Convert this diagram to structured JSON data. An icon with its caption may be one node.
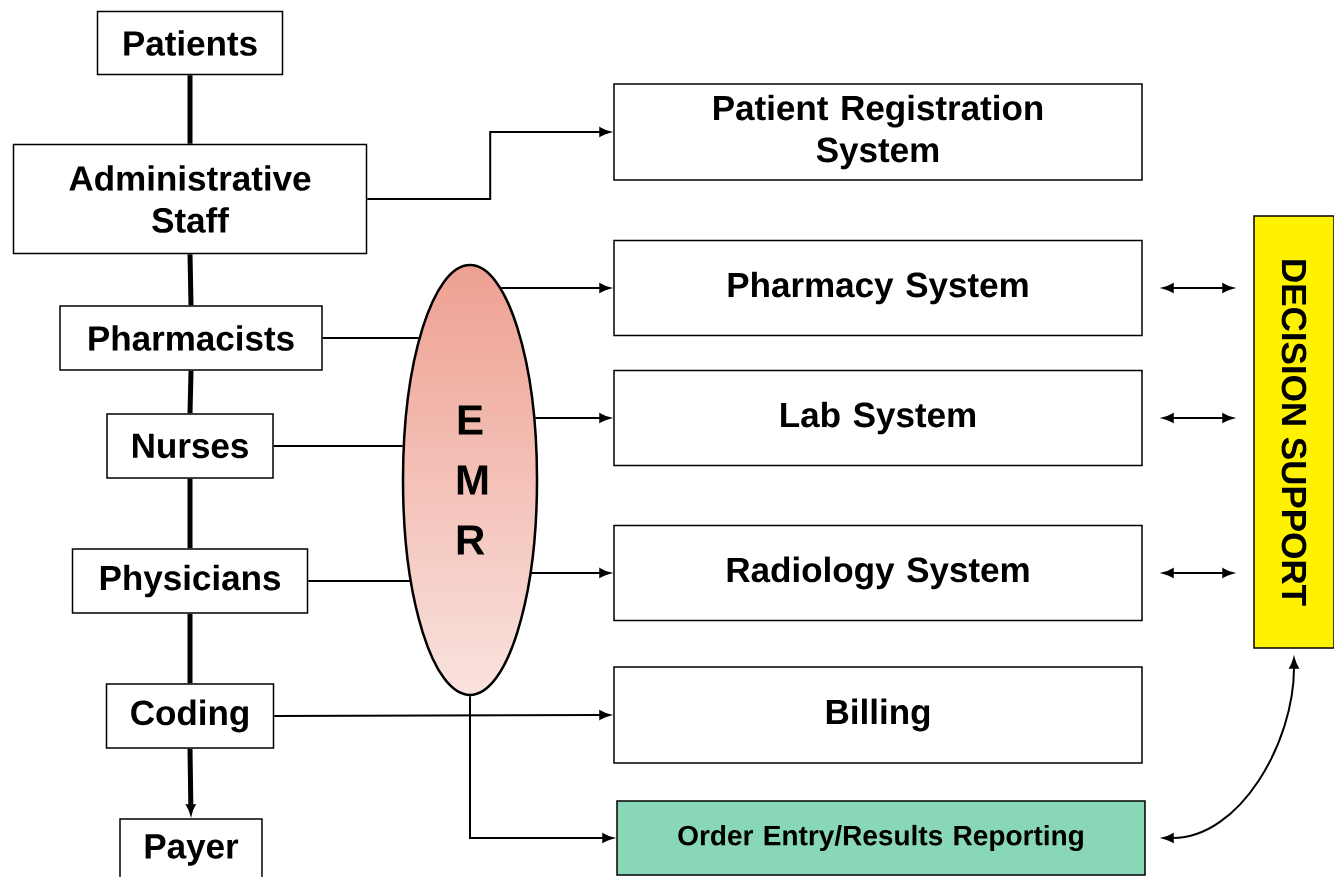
{
  "diagram": {
    "nodes": [
      {
        "text": [
          "Patients"
        ]
      },
      {
        "text": [
          "Administrative Staff"
        ]
      },
      {
        "text": [
          "Pharmacists"
        ]
      },
      {
        "text": [
          "Nurses"
        ]
      },
      {
        "text": [
          "Physicians"
        ]
      },
      {
        "text": [
          "Coding"
        ]
      },
      {
        "text": [
          "Payer"
        ]
      },
      {
        "text": [
          "E M R"
        ]
      },
      {
        "text": [
          "Patient Registration System"
        ]
      },
      {
        "text": [
          "Pharmacy System"
        ]
      },
      {
        "text": [
          "Lab System"
        ]
      },
      {
        "text": [
          "Radiology System"
        ]
      },
      {
        "text": [
          "Billing"
        ]
      },
      {
        "text": [
          "Order Entry/Results Reporting"
        ]
      },
      {
        "text": [
          "DECISION SUPPORT"
        ]
      }
    ],
    "edges": [
      {
        "from": 0,
        "to": 1,
        "arrow": "none",
        "style": "thick"
      },
      {
        "from": 1,
        "to": 2,
        "arrow": "none",
        "style": "thick"
      },
      {
        "from": 2,
        "to": 3,
        "arrow": "none",
        "style": "thick"
      },
      {
        "from": 3,
        "to": 4,
        "arrow": "none",
        "style": "thick"
      },
      {
        "from": 4,
        "to": 5,
        "arrow": "none",
        "style": "thick"
      },
      {
        "from": 5,
        "to": 6,
        "arrow": "to",
        "style": "thick"
      },
      {
        "from": 1,
        "to": 8,
        "arrow": "to"
      },
      {
        "from": 2,
        "to": 7,
        "arrow": "none"
      },
      {
        "from": 3,
        "to": 7,
        "arrow": "none"
      },
      {
        "from": 4,
        "to": 7,
        "arrow": "none"
      },
      {
        "from": 7,
        "to": 9,
        "arrow": "to"
      },
      {
        "from": 7,
        "to": 10,
        "arrow": "to"
      },
      {
        "from": 7,
        "to": 11,
        "arrow": "to"
      },
      {
        "from": 5,
        "to": 12,
        "arrow": "to"
      },
      {
        "from": 7,
        "to": 13,
        "arrow": "to"
      },
      {
        "from": 9,
        "to": 14,
        "arrow": "both"
      },
      {
        "from": 10,
        "to": 14,
        "arrow": "both"
      },
      {
        "from": 11,
        "to": 14,
        "arrow": "both"
      },
      {
        "from": 13,
        "to": 14,
        "arrow": "both"
      }
    ]
  }
}
